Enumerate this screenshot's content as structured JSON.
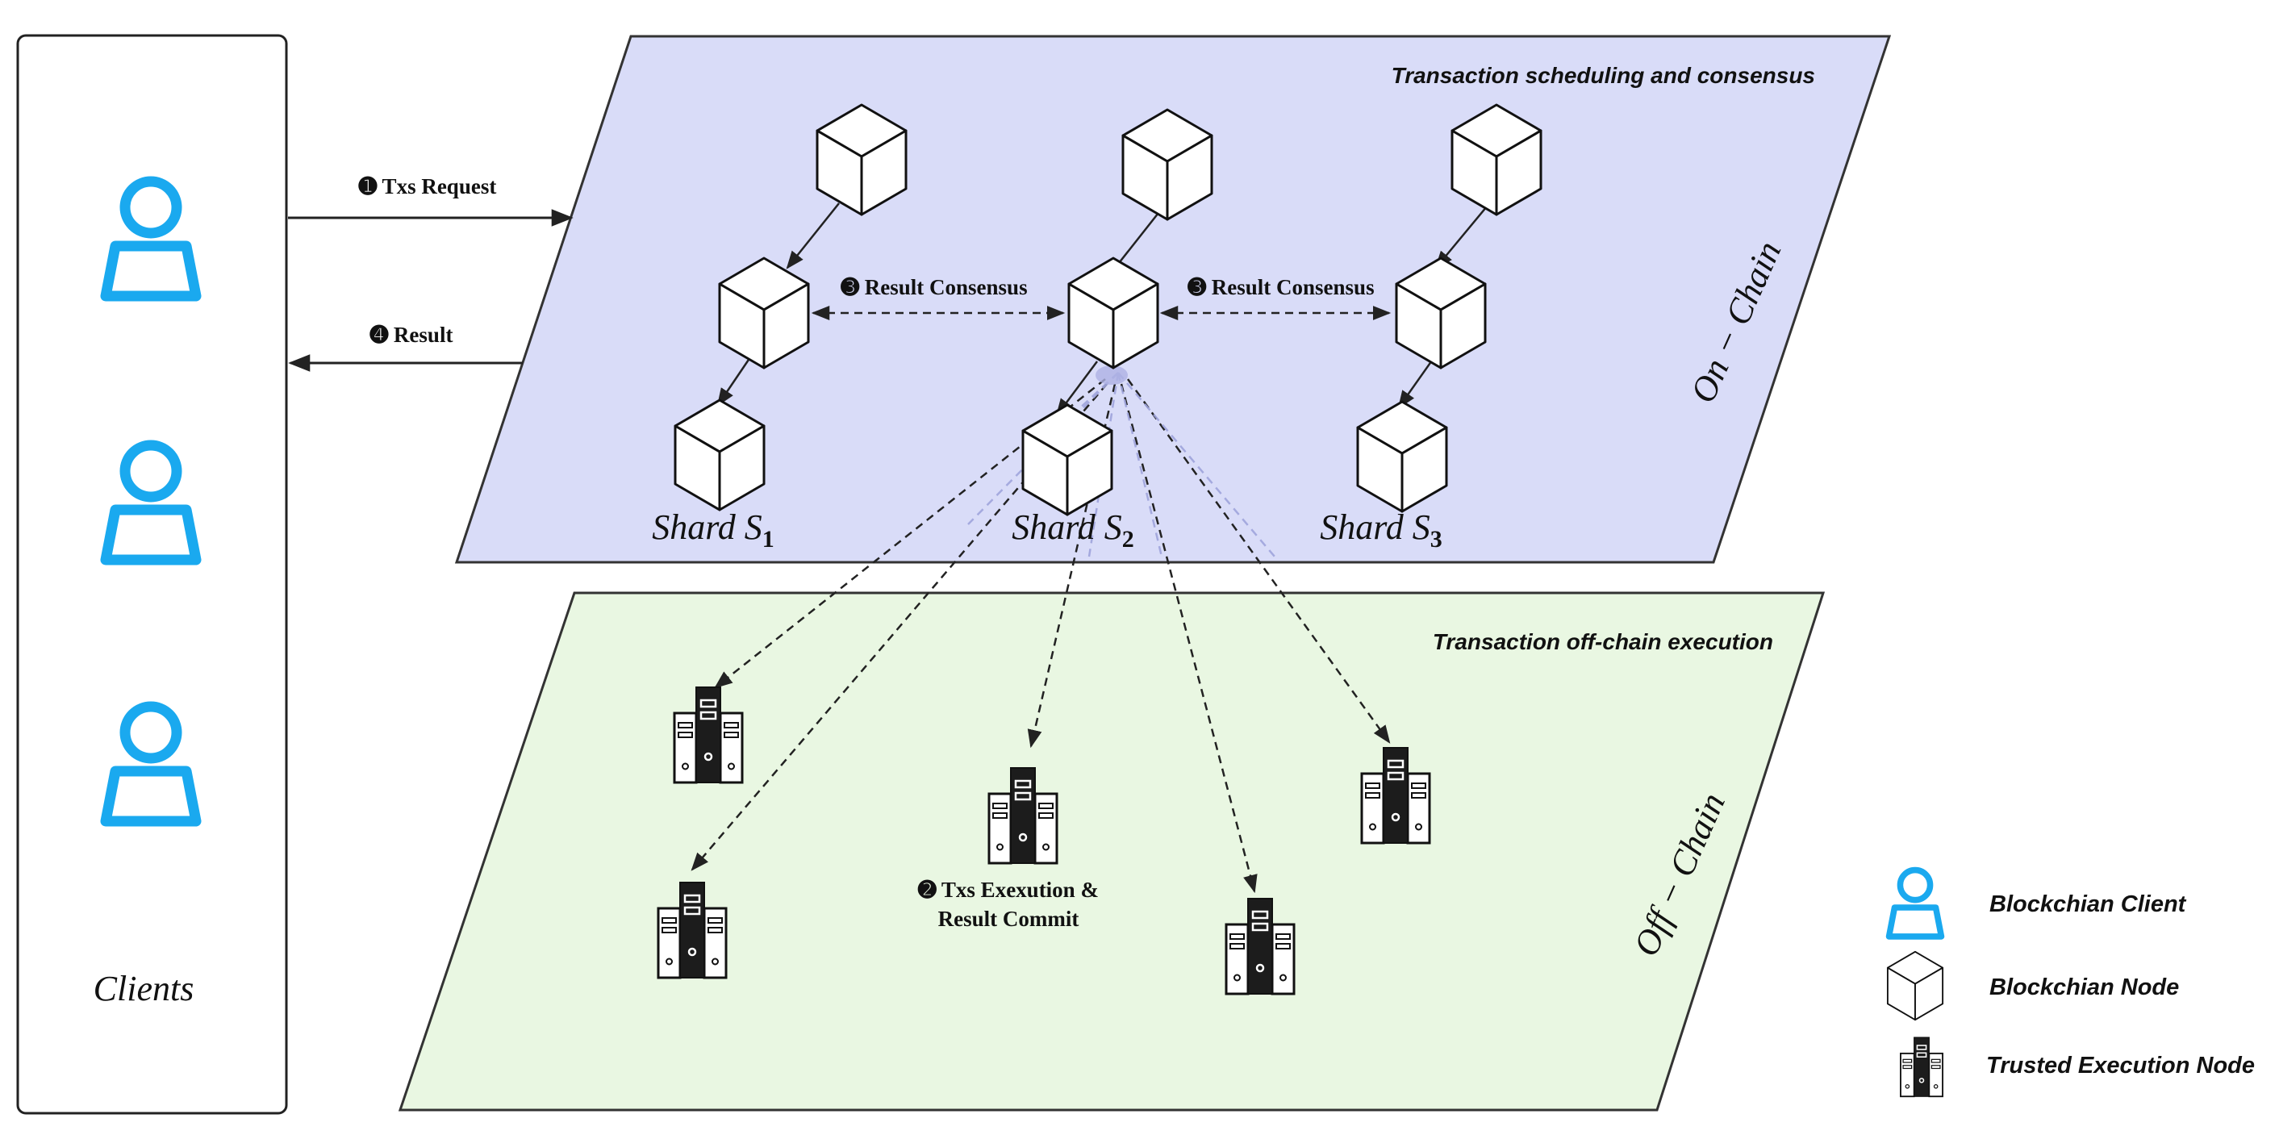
{
  "planes": {
    "on_chain": {
      "caption": "Transaction scheduling and consensus",
      "side_label": "On − Chain"
    },
    "off_chain": {
      "caption": "Transaction off-chain execution",
      "side_label": "Off − Chain"
    }
  },
  "clients": {
    "label": "Clients"
  },
  "shards": [
    {
      "name": "Shard S",
      "sub": "1"
    },
    {
      "name": "Shard S",
      "sub": "2"
    },
    {
      "name": "Shard S",
      "sub": "3"
    }
  ],
  "steps": {
    "request": "➊ Txs Request",
    "result": "➍ Result",
    "consensus_left": "➌ Result Consensus",
    "consensus_right": "➌ Result Consensus",
    "execution_line1": "➋ Txs Exexution &",
    "execution_line2": "Result Commit"
  },
  "legend": {
    "client": "Blockchian Client",
    "node": "Blockchian Node",
    "trusted": "Trusted Execution Node"
  },
  "colors": {
    "on_chain_fill": "#d9dcf8",
    "off_chain_fill": "#e9f7e2",
    "client_icon": "#1aa9ef"
  }
}
